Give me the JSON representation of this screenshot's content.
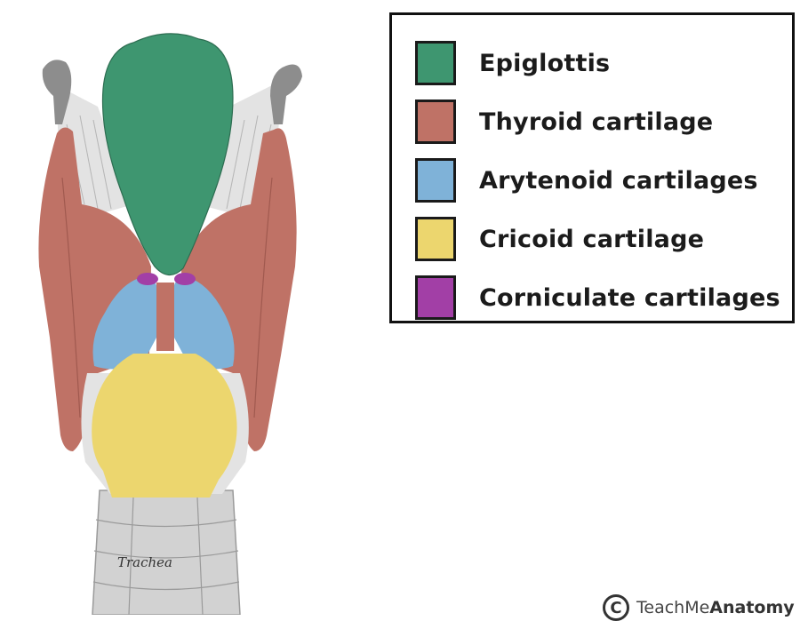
{
  "legend": {
    "items": [
      {
        "label": "Epiglottis",
        "color": "#3e9670"
      },
      {
        "label": "Thyroid cartilage",
        "color": "#bf7266"
      },
      {
        "label": "Arytenoid cartilages",
        "color": "#7fb2d8"
      },
      {
        "label": "Cricoid cartilage",
        "color": "#ecd66e"
      },
      {
        "label": "Corniculate cartilages",
        "color": "#a23fa6"
      }
    ]
  },
  "illustration": {
    "trachea_label": "Trachea",
    "colors": {
      "epiglottis": "#3e9670",
      "thyroid": "#bf7266",
      "arytenoid": "#7fb2d8",
      "cricoid": "#ecd66e",
      "corniculate": "#a23fa6",
      "membrane": "#e3e3e3",
      "horn": "#8d8d8d",
      "trachea": "#d2d2d2"
    }
  },
  "watermark": {
    "symbol": "C",
    "text": "TeachMe",
    "text_bold": "Anatomy"
  }
}
